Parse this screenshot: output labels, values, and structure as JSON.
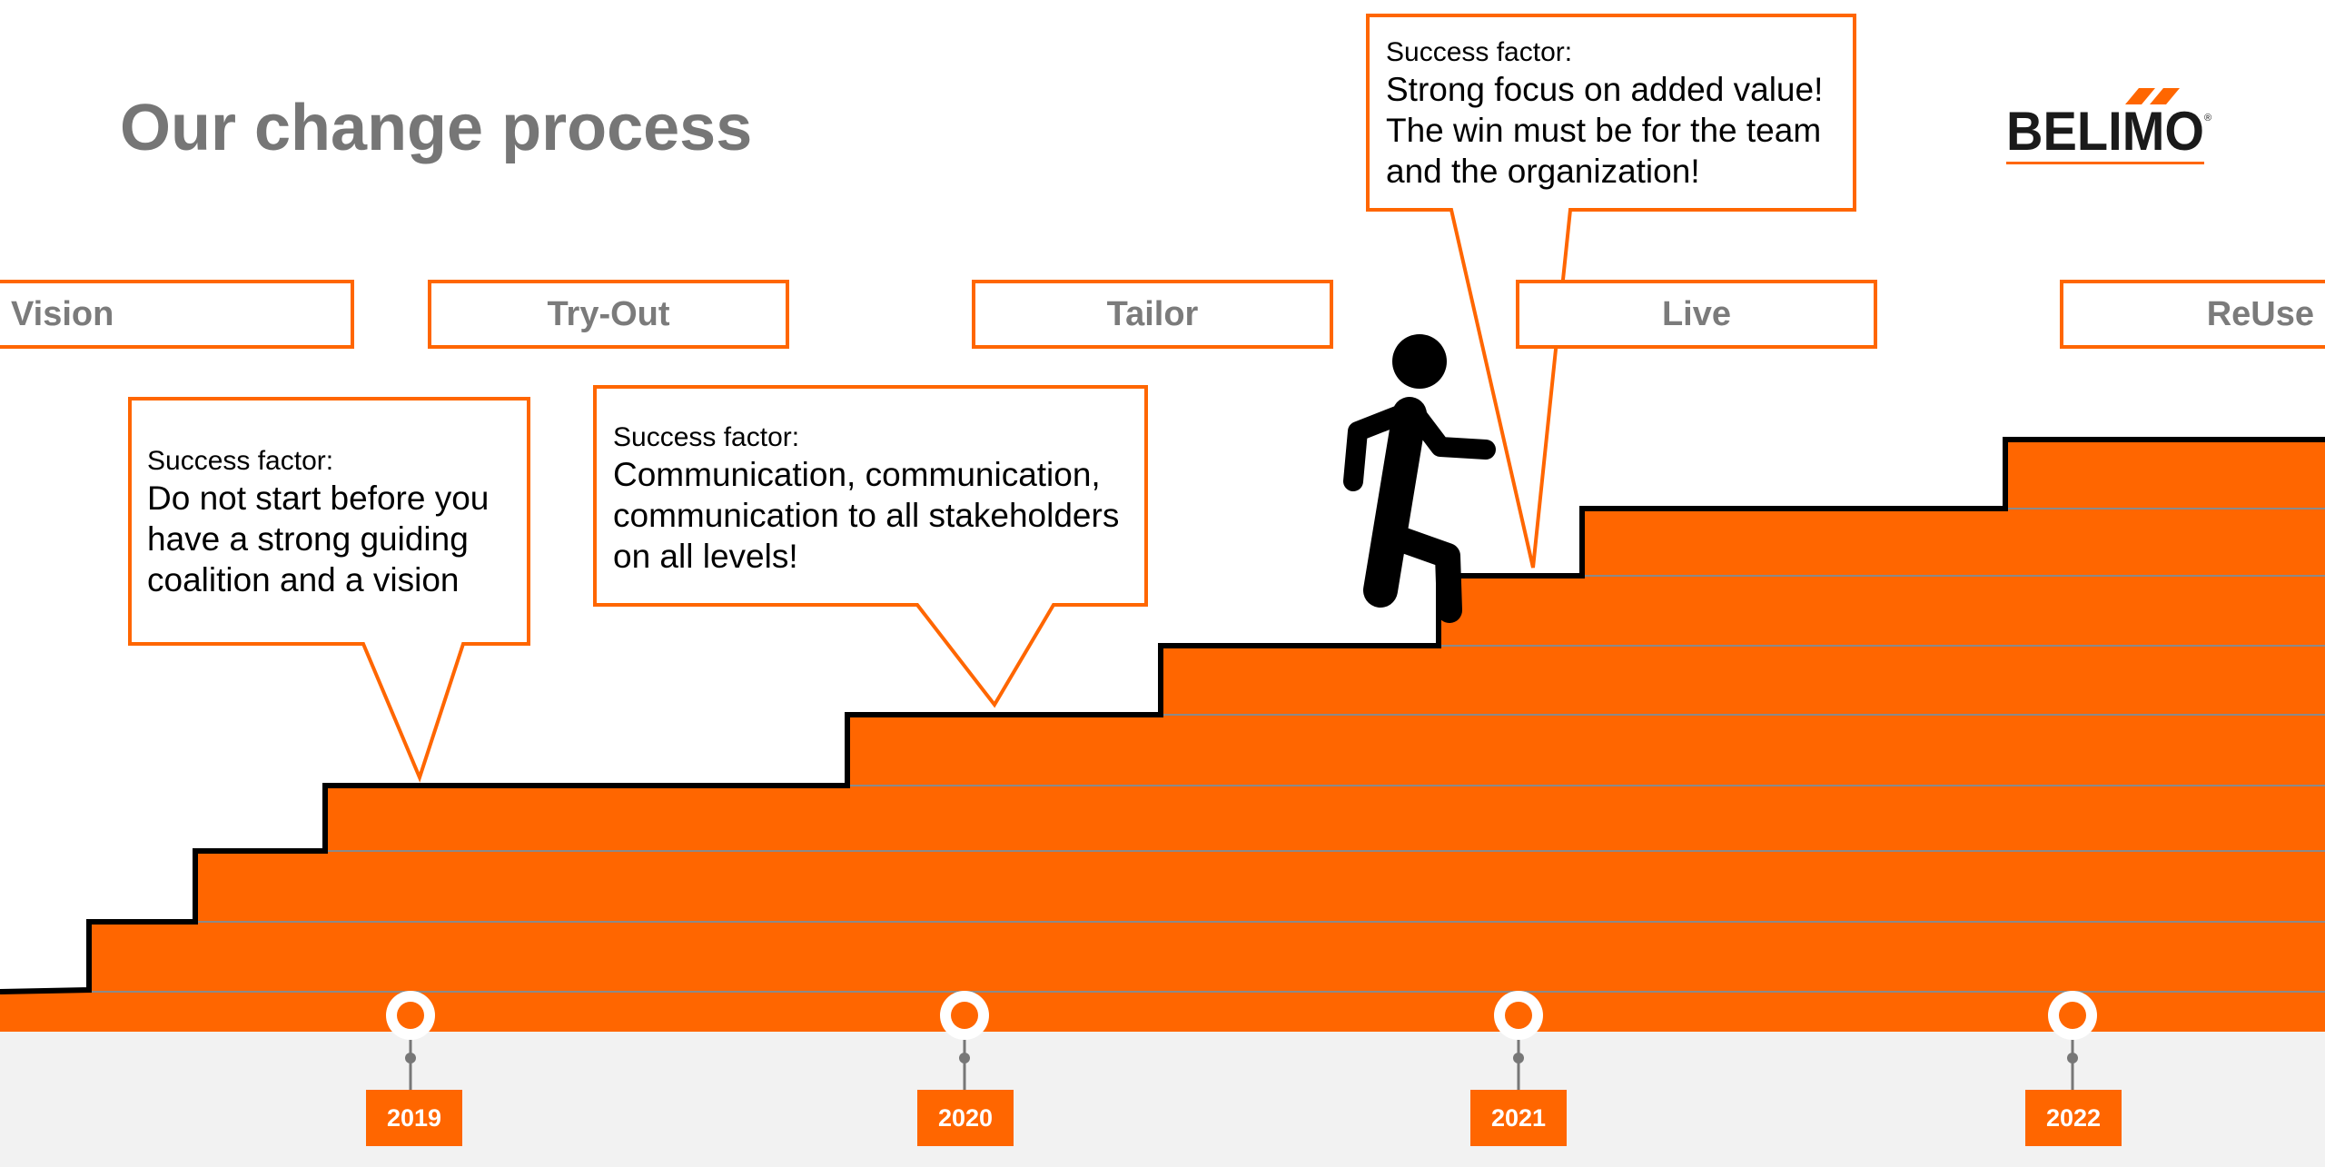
{
  "title": "Our change process",
  "logo": {
    "text": "BELIMO",
    "registered": "®"
  },
  "phases": [
    "Vision",
    "Try-Out",
    "Tailor",
    "Live",
    "ReUse"
  ],
  "bubbles": [
    {
      "label": "Success factor:",
      "text": [
        "Do not start before you",
        "have a strong guiding",
        "coalition and a vision"
      ]
    },
    {
      "label": "Success factor:",
      "text": [
        "Communication, communication,",
        "communication to all stakeholders",
        "on all levels!"
      ]
    },
    {
      "label": "Success factor:",
      "text": [
        "Strong focus on added value!",
        "The win must be for the team",
        "and the organization!"
      ]
    }
  ],
  "timeline": {
    "years": [
      "2019",
      "2020",
      "2021",
      "2022"
    ]
  },
  "colors": {
    "accent": "#ff6600",
    "stairs": "#ff6600",
    "title": "#767676",
    "phase_text": "#7b7b7b",
    "band": "#f2f2f2",
    "figure": "#000000"
  },
  "icons": {
    "figure": "walking-person-icon",
    "milestone": "map-pin-icon"
  }
}
